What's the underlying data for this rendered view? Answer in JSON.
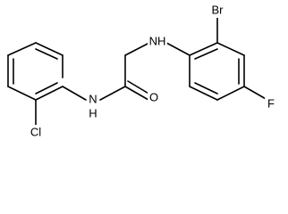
{
  "molecule": {
    "atoms": {
      "nh_amine": "NH",
      "nh_amide": "N",
      "h_amide": "H",
      "o_carbonyl": "O",
      "br": "Br",
      "f": "F",
      "cl": "Cl"
    }
  }
}
